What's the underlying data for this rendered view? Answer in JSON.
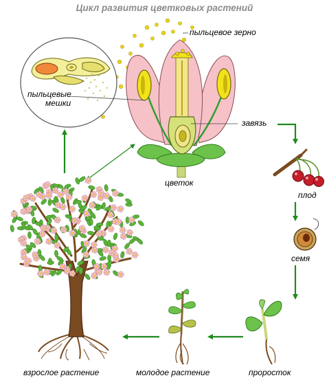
{
  "title": "Цикл развития цветковых растений",
  "labels": {
    "pollen_grain": "пыльцевое зерно",
    "pollen_sacs_line1": "пыльцевые",
    "pollen_sacs_line2": "мешки",
    "ovary": "завязь",
    "flower": "цветок",
    "fruit": "плод",
    "seed": "семя",
    "sprout": "проросток",
    "young_plant": "молодое  растение",
    "adult_plant": "взрослое растение"
  },
  "colors": {
    "arrow": "#1f8a1f",
    "petal": "#f6c2c8",
    "leaf": "#5bb33a",
    "anther": "#f2e21a",
    "pollen": "#e8d31c",
    "trunk": "#7a4a20",
    "cherry": "#c41e2a",
    "title": "#8c8c8c"
  }
}
